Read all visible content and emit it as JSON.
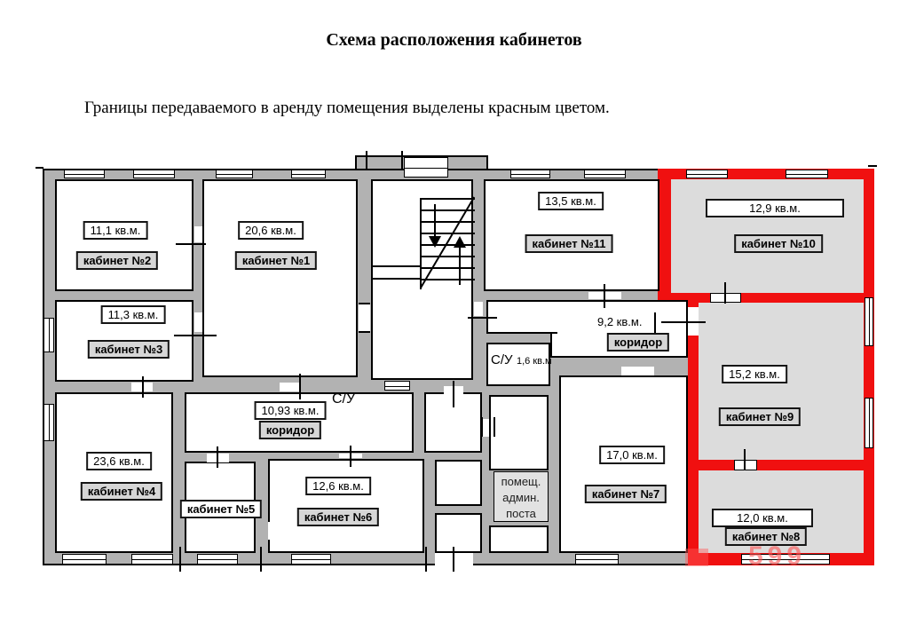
{
  "title": "Схема расположения кабинетов",
  "subtitle": "Границы передаваемого в аренду помещения выделены красным цветом.",
  "accent_red": "#f01010",
  "watermark": "599",
  "labels": {
    "room1": {
      "area": "20,6 кв.м.",
      "name": "кабинет №1"
    },
    "room2": {
      "area": "11,1 кв.м.",
      "name": "кабинет №2"
    },
    "room3": {
      "area": "11,3 кв.м.",
      "name": "кабинет №3"
    },
    "room4": {
      "area": "23,6 кв.м.",
      "name": "кабинет №4"
    },
    "room5": {
      "name": "кабинет №5"
    },
    "room6": {
      "area": "12,6 кв.м.",
      "name": "кабинет №6"
    },
    "room7": {
      "area": "17,0 кв.м.",
      "name": "кабинет №7"
    },
    "room8": {
      "area": "12,0 кв.м.",
      "name": "кабинет №8"
    },
    "room9": {
      "area": "15,2 кв.м.",
      "name": "кабинет №9"
    },
    "room10": {
      "area": "12,9 кв.м.",
      "name": "кабинет №10"
    },
    "room11": {
      "area": "13,5 кв.м.",
      "name": "кабинет №11"
    },
    "corridor_main": {
      "area": "10,93 кв.м.",
      "name": "коридор"
    },
    "corridor_small": {
      "area": "9,2 кв.м.",
      "name": "коридор"
    },
    "wc_main": {
      "name": "С/У",
      "area": "1,6 кв.м"
    },
    "wc_extra": {
      "name": "С/У"
    },
    "admin_post": {
      "line1": "помещ.",
      "line2": "админ.",
      "line3": "поста"
    }
  }
}
